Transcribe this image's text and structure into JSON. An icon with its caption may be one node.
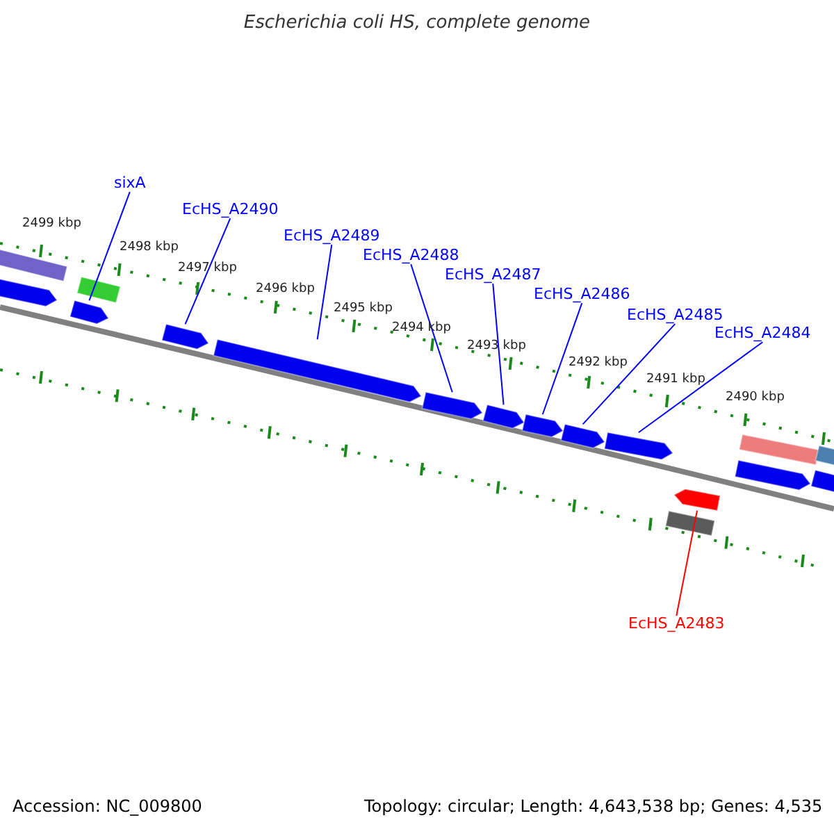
{
  "diagram": {
    "title": "Escherichia coli HS, complete genome",
    "nodes": [
      {
        "text": [
          "sixA"
        ]
      },
      {
        "text": [
          "EcHS_A2490"
        ]
      },
      {
        "text": [
          "EcHS_A2489"
        ]
      },
      {
        "text": [
          "EcHS_A2488"
        ]
      },
      {
        "text": [
          "EcHS_A2487"
        ]
      },
      {
        "text": [
          "EcHS_A2486"
        ]
      },
      {
        "text": [
          "EcHS_A2485"
        ]
      },
      {
        "text": [
          "EcHS_A2484"
        ]
      },
      {
        "text": [
          "EcHS_A2483"
        ]
      },
      {
        "text": [],
        "shape": "bar"
      },
      {
        "text": [],
        "shape": "arrow"
      },
      {
        "text": [],
        "shape": "bar"
      },
      {
        "text": [],
        "shape": "arrow"
      },
      {
        "text": [],
        "shape": "arrow"
      },
      {
        "text": [],
        "shape": "arrow"
      },
      {
        "text": [],
        "shape": "arrow"
      },
      {
        "text": [],
        "shape": "arrow"
      },
      {
        "text": [],
        "shape": "arrow"
      },
      {
        "text": [],
        "shape": "arrow"
      },
      {
        "text": [],
        "shape": "arrow"
      },
      {
        "text": [],
        "shape": "bar"
      },
      {
        "text": [],
        "shape": "bar"
      },
      {
        "text": [],
        "shape": "arrow"
      },
      {
        "text": [],
        "shape": "bar"
      },
      {
        "text": [],
        "shape": "arrow"
      },
      {
        "text": [],
        "shape": "bar"
      }
    ],
    "edges": [
      {
        "from": 0,
        "to": 12,
        "arrow": "none"
      },
      {
        "from": 1,
        "to": 13,
        "arrow": "none"
      },
      {
        "from": 2,
        "to": 14,
        "arrow": "none"
      },
      {
        "from": 3,
        "to": 15,
        "arrow": "none"
      },
      {
        "from": 4,
        "to": 16,
        "arrow": "none"
      },
      {
        "from": 5,
        "to": 17,
        "arrow": "none"
      },
      {
        "from": 6,
        "to": 18,
        "arrow": "none"
      },
      {
        "from": 7,
        "to": 19,
        "arrow": "none"
      },
      {
        "from": 8,
        "to": 24,
        "arrow": "none",
        "color": "#ff0000"
      }
    ],
    "labels": [
      "2499 kbp",
      "2498 kbp",
      "2497 kbp",
      "2496 kbp",
      "2495 kbp",
      "2494 kbp",
      "2493 kbp",
      "2492 kbp",
      "2491 kbp",
      "2490 kbp",
      "Accession: NC_009800",
      "Topology: circular; Length: 4,643,538 bp; Genes: 4,535"
    ]
  }
}
